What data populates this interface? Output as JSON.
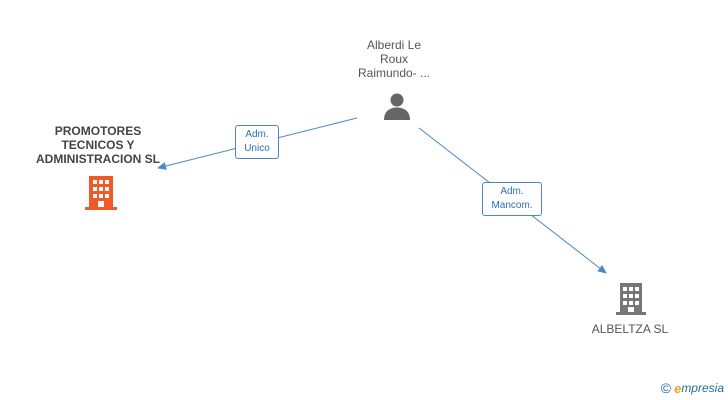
{
  "nodes": {
    "person": {
      "label_lines": [
        "Alberdi Le",
        "Roux",
        "Raimundo- ..."
      ],
      "icon": "person-icon",
      "color": "#666666"
    },
    "company_main": {
      "label_lines": [
        "PROMOTORES",
        "TECNICOS Y",
        "ADMINISTRACION SL"
      ],
      "icon": "building-icon",
      "color": "#f05a28"
    },
    "company_secondary": {
      "label_lines": [
        "ALBELTZA SL"
      ],
      "icon": "building-icon",
      "color": "#777777"
    }
  },
  "edges": {
    "to_main": {
      "label_lines": [
        "Adm.",
        "Unico"
      ],
      "color": "#4a86c8"
    },
    "to_secondary": {
      "label_lines": [
        "Adm.",
        "Mancom."
      ],
      "color": "#4a86c8"
    }
  },
  "brand": {
    "copyright": "©",
    "e_letter": "e",
    "rest": "mpresia"
  }
}
